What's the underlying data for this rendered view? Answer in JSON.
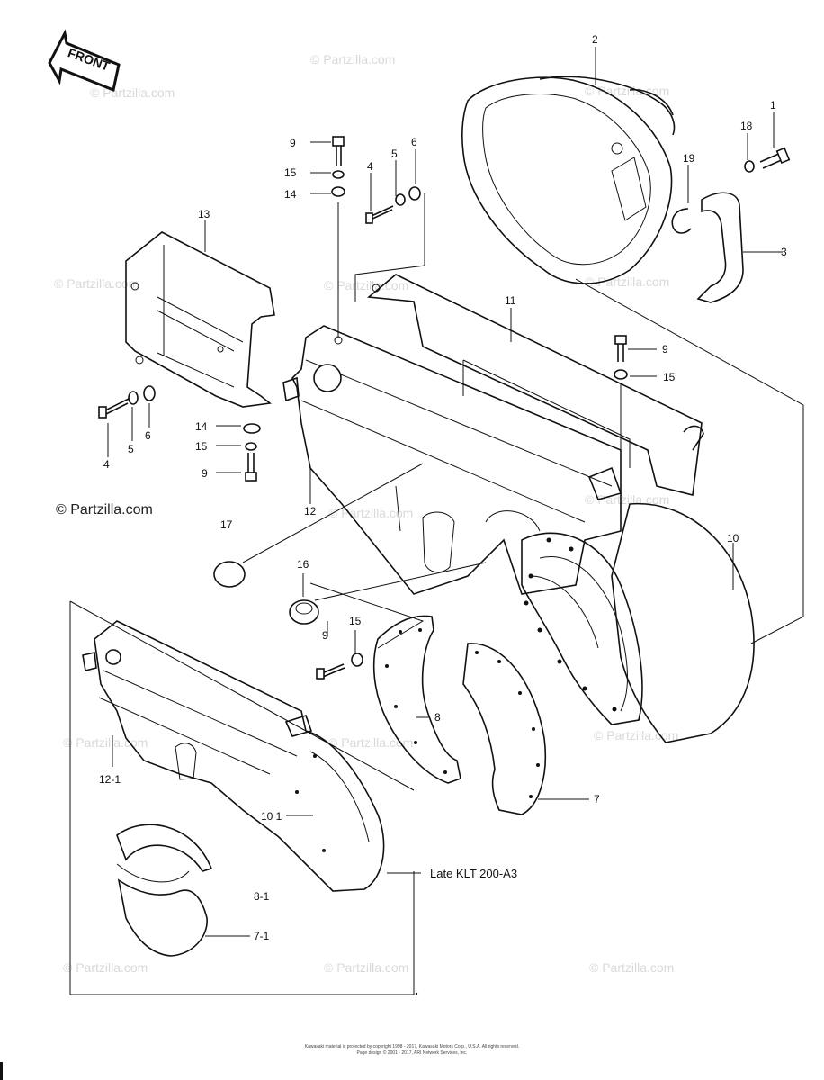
{
  "front_label": "FRONT",
  "partzilla_notice": "© Partzilla.com",
  "watermark": "© Partzilla.com",
  "variant_note": "Late KLT 200-A3",
  "copyright": {
    "line1": "Kawasaki material is protected by copyright 1998 - 2017, Kawasaki Motors Corp., U.S.A. All rights reserved.",
    "line2": "Page design © 2001 - 2017, ARI Network Services, Inc."
  },
  "part_labels": {
    "p1": "1",
    "p2": "2",
    "p3": "3",
    "p4a": "4",
    "p5a": "5",
    "p6a": "6",
    "p4b": "4",
    "p5b": "5",
    "p6b": "6",
    "p7": "7",
    "p8": "8",
    "p9a": "9",
    "p9b": "9",
    "p9c": "9",
    "p9d": "9",
    "p10": "10",
    "p11": "11",
    "p12": "12",
    "p13": "13",
    "p14a": "14",
    "p14b": "14",
    "p15a": "15",
    "p15b": "15",
    "p15c": "15",
    "p15d": "15",
    "p16": "16",
    "p17": "17",
    "p18": "18",
    "p19": "19",
    "p7_1": "7-1",
    "p8_1": "8-1",
    "p10_1": "10 1",
    "p12_1": "12-1"
  }
}
